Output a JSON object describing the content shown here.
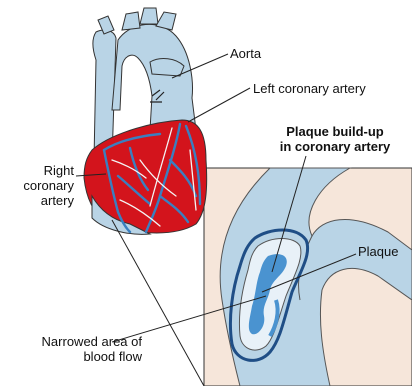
{
  "labels": {
    "aorta": "Aorta",
    "left_coronary_artery": "Left coronary artery",
    "plaque_buildup_line1": "Plaque build-up",
    "plaque_buildup_line2": "in coronary artery",
    "right_coronary_line1": "Right",
    "right_coronary_line2": "coronary",
    "right_coronary_line3": "artery",
    "plaque": "Plaque",
    "narrowed_line1": "Narrowed area of",
    "narrowed_line2": "blood flow"
  },
  "colors": {
    "heart_red": "#d3141c",
    "vessel_blue": "#b9d4e6",
    "vessel_dark": "#3a7fc0",
    "plaque_light": "#e8f1f8",
    "inset_bg": "#f6e6da",
    "outline": "#222222"
  }
}
